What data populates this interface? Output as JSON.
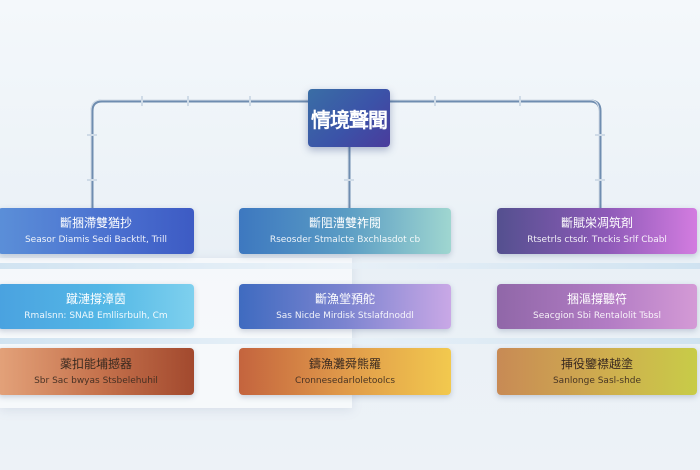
{
  "root": {
    "label": "情境聲聞"
  },
  "nodes": [
    {
      "title": "斷捆滯雙猶抄",
      "subtitle": "Seasor Diamis Sedi Backtlt, Trill"
    },
    {
      "title": "斷阻漕雙祚閱",
      "subtitle": "Rseosder Stmalcte Bxchlasdot cb"
    },
    {
      "title": "斷賦栄凋筑剤",
      "subtitle": "Rtsetrls ctsdr. Tnckis Srlf Cbabl"
    },
    {
      "title": "蹴漣撐漳茵",
      "subtitle": "Rmalsnn: SNAB Emllisrbulh, Cm"
    },
    {
      "title": "斷漁堂預舵",
      "subtitle": "Sas  Nicde Mirdisk Stslafdnoddl"
    },
    {
      "title": "捆漚撐聽符",
      "subtitle": "Seacgion Sbi Rentalolit Tsbsl"
    },
    {
      "title": "薬扣能埔撼器",
      "subtitle": "Sbr Sac bwyas Stsbelehuhil"
    },
    {
      "title": "鑄漁灘舜熊羅",
      "subtitle": "Cronnesedarloletoolcs"
    },
    {
      "title": "挿役鑒襟越塗",
      "subtitle": "Sanlonge  Sasl-shde"
    }
  ]
}
